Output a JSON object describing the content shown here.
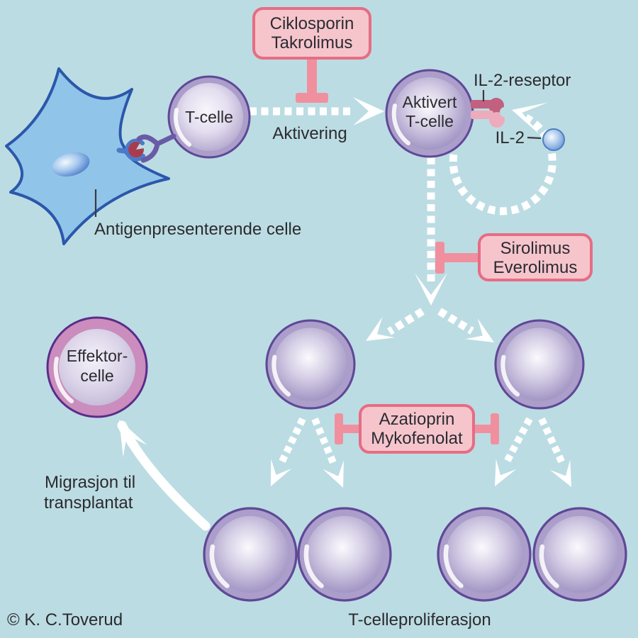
{
  "diagram": {
    "labels": {
      "box1": {
        "line1": "Ciklosporin",
        "line2": "Takrolimus"
      },
      "box2": {
        "line1": "Sirolimus",
        "line2": "Everolimus"
      },
      "box3": {
        "line1": "Azatioprin",
        "line2": "Mykofenolat"
      },
      "t_cell": "T-celle",
      "activation": "Aktivering",
      "apc": "Antigenpresenterende celle",
      "activated_line1": "Aktivert",
      "activated_line2": "T-celle",
      "il2_receptor": "IL-2-reseptor",
      "il2": "IL-2",
      "effector_line1": "Effektor-",
      "effector_line2": "celle",
      "migration_line1": "Migrasjon til",
      "migration_line2": "transplantat",
      "proliferation": "T-celleproliferasjon",
      "credit": "© K. C.Toverud"
    },
    "colors": {
      "background": "#bcdce3",
      "box_fill": "#f6c5cc",
      "box_border": "#e66d84",
      "inhibitor_bar": "#f0909f",
      "cell_ring": "#ab9eca",
      "cell_border": "#5f4897",
      "effector_ring": "#ca8dbd",
      "effector_border": "#5a2d8a",
      "apc_fill": "#90c5e9",
      "apc_border": "#2b57ab",
      "antigen_red": "#a83c4e",
      "receptor_dark": "#c2607f",
      "receptor_light": "#ecacbc",
      "arrow_white": "#ffffff",
      "text": "#2b2b2e"
    }
  }
}
